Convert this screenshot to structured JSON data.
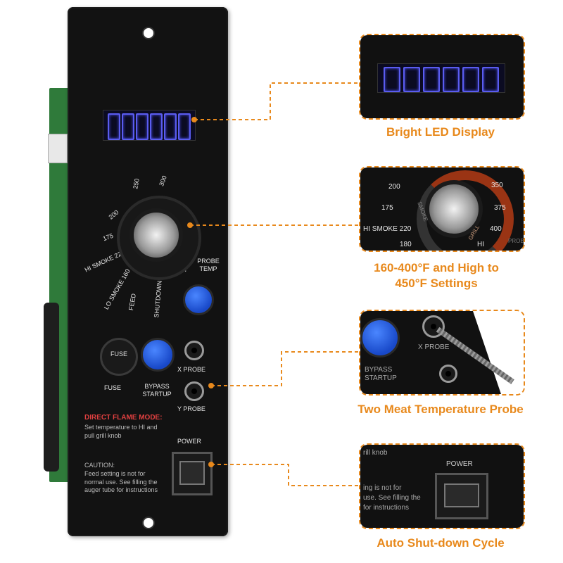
{
  "panel": {
    "scale_labels": [
      "250",
      "300",
      "200",
      "175",
      "HI SMOKE 220",
      "LO SMOKE 160",
      "FEED",
      "SHUTDOWN",
      "HI"
    ],
    "probe_temp": "PROBE TEMP",
    "fuse_cap": "FUSE",
    "fuse_label": "FUSE",
    "bypass_label": "BYPASS STARTUP",
    "x_probe": "X PROBE",
    "y_probe": "Y PROBE",
    "direct_flame_title": "DIRECT FLAME MODE:",
    "direct_flame_text": "Set temperature to HI and pull grill knob",
    "power": "POWER",
    "caution_title": "CAUTION:",
    "caution_text": "Feed setting is not for normal use. See filling the auger tube for instructions"
  },
  "callouts": {
    "display": {
      "caption": "Bright LED Display"
    },
    "knob": {
      "caption": "160-400°F and High to 450°F Settings",
      "scale": [
        "200",
        "175",
        "HI SMOKE 220",
        "180",
        "350",
        "375",
        "400",
        "HI",
        "GRILL",
        "SMOKE",
        "PROB"
      ]
    },
    "probe": {
      "caption": "Two Meat Temperature Probe",
      "bypass": "BYPASS STARTUP",
      "x_probe": "X PROBE"
    },
    "power": {
      "caption": "Auto Shut-down Cycle",
      "power_label": "POWER",
      "frag1": "rill knob",
      "frag2": "ing is not for",
      "frag3": "use. See filling the",
      "frag4": "for instructions"
    }
  },
  "colors": {
    "accent": "#e8891c",
    "panel": "#121212",
    "lcd_seg": "#5a5cf0",
    "button": "#1e56e0"
  }
}
